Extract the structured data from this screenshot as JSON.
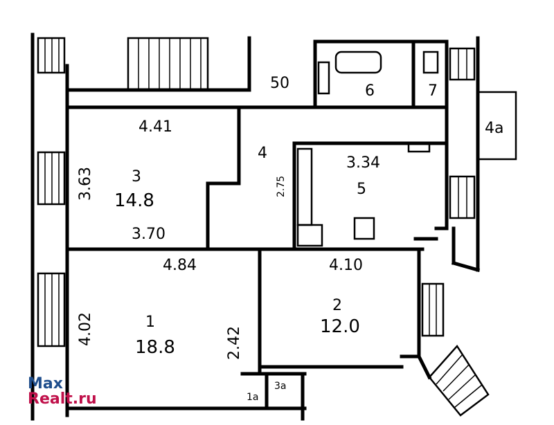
{
  "rooms": {
    "r1": {
      "number": "1",
      "area": "18.8"
    },
    "r2": {
      "number": "2",
      "area": "12.0"
    },
    "r3": {
      "number": "3",
      "area": "14.8"
    },
    "r4": {
      "number": "4"
    },
    "r5": {
      "number": "5"
    },
    "r6": {
      "number": "6"
    },
    "r7": {
      "number": "7"
    },
    "r4a": {
      "number": "4a"
    },
    "r1a": {
      "number": "1a"
    },
    "r3a": {
      "number": "3a"
    }
  },
  "dimensions": {
    "d441": "4.41",
    "d363": "3.63",
    "d370": "3.70",
    "d484": "4.84",
    "d402": "4.02",
    "d242": "2.42",
    "d410": "4.10",
    "d334": "3.34",
    "d275": "2.75",
    "d50": "50"
  },
  "watermark": {
    "line1": "Max",
    "line2": "Realt.ru",
    "color1": "#1f4e8c",
    "color2": "#c0104a"
  }
}
